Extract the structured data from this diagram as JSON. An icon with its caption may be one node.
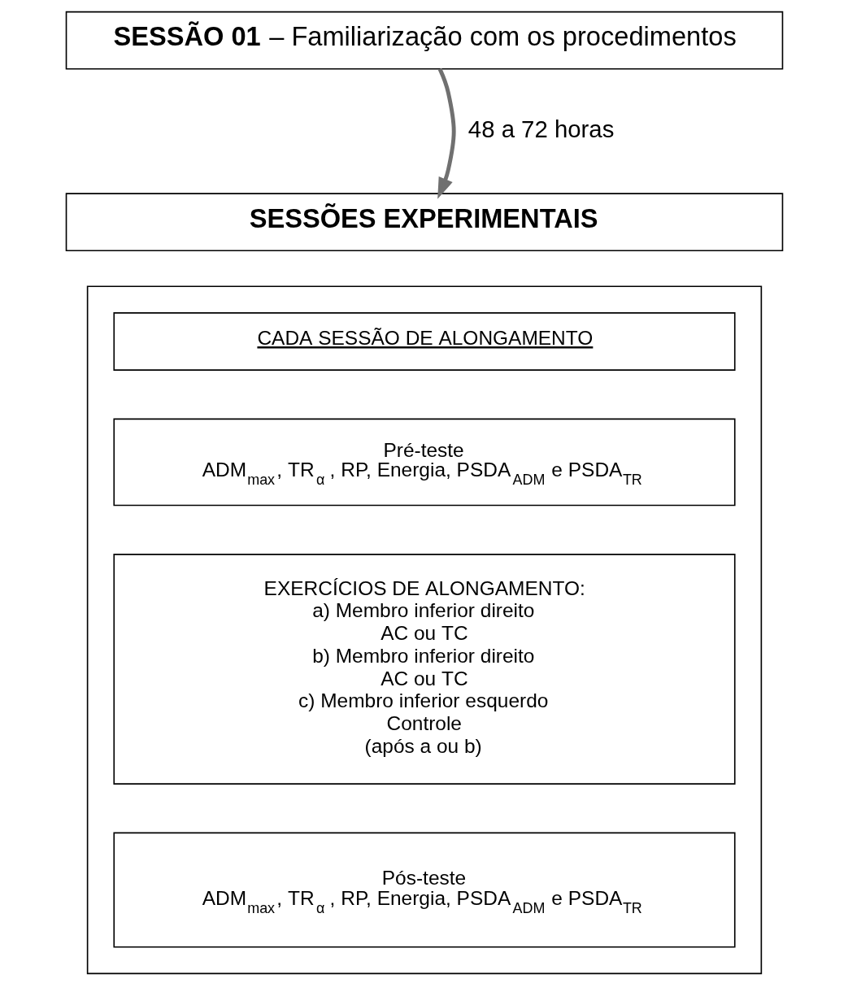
{
  "diagram": {
    "nodes": [
      {
        "text": [
          "**SESSÃO 01** – Familiarização com os procedimentos"
        ]
      },
      {
        "text": [
          "SESSÕES EXPERIMENTAIS"
        ]
      },
      {
        "text": [],
        "shape": "box"
      },
      {
        "text": [
          "CADA SESSÃO DE ALONGAMENTO"
        ],
        "in": 2
      },
      {
        "text": [
          "Pré-teste",
          "ADM$_{max}$, TR$_{α}$, RP, Energia, PSDA$_{ADM}$ e PSDA$_{TR}$"
        ],
        "in": 2
      },
      {
        "text": [
          "EXERCÍCIOS DE ALONGAMENTO:",
          "a) Membro inferior direito",
          "AC ou TC",
          "b) Membro inferior direito",
          "AC ou TC",
          "c) Membro inferior esquerdo",
          "Controle",
          "(após a ou b)"
        ],
        "in": 2
      },
      {
        "text": [
          "Pós-teste",
          "ADM$_{max}$, TR$_{α}$, RP, Energia, PSDA$_{ADM}$ e PSDA$_{TR}$"
        ],
        "in": 2
      }
    ],
    "edges": [
      {
        "from": 0,
        "to": 1,
        "arrow": "to",
        "label": "48 a 72 horas"
      }
    ]
  }
}
